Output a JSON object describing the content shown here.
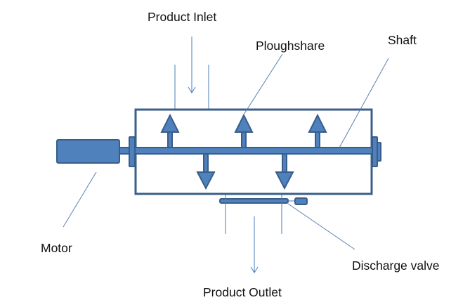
{
  "diagram": {
    "title": "Ploughshare mixer schematic",
    "labels": {
      "product_inlet": "Product Inlet",
      "ploughshare": "Ploughshare",
      "shaft": "Shaft",
      "motor": "Motor",
      "discharge_valve": "Discharge valve",
      "product_outlet": "Product Outlet"
    },
    "ploughshares": {
      "up_count": 3,
      "down_count": 2
    },
    "colors": {
      "component_fill": "#4F81BD",
      "component_stroke": "#385D8A",
      "flow_line": "#4A7EBB",
      "text": "#111111"
    }
  }
}
